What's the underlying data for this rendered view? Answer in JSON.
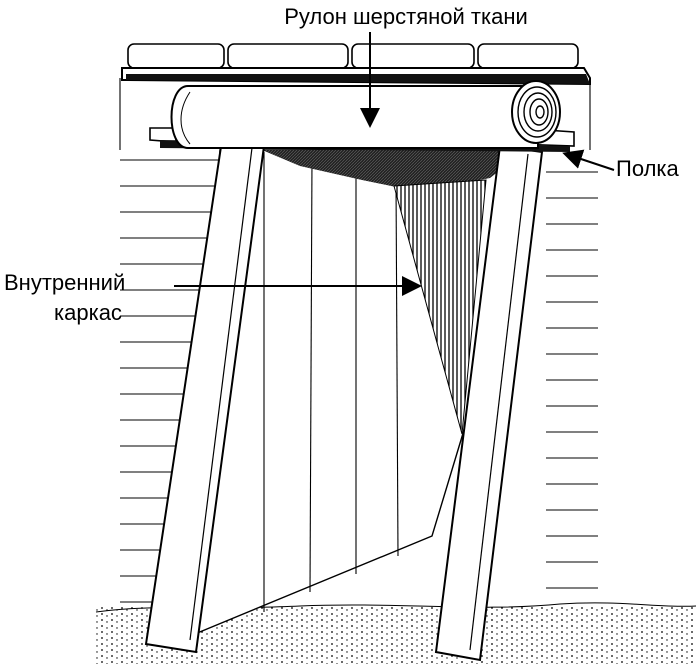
{
  "labels": {
    "roll": "Рулон шерстяной ткани",
    "shelf": "Полка",
    "frame_line1": "Внутренний",
    "frame_line2": "каркас"
  },
  "colors": {
    "ink": "#000000",
    "paper": "#ffffff",
    "dark_fill": "#1a1a1a"
  }
}
